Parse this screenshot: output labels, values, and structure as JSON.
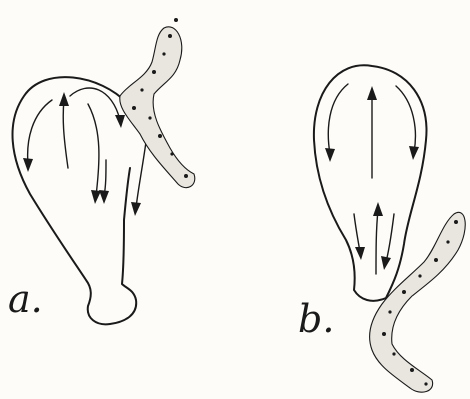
{
  "figure": {
    "background_color": "#fdfcf8",
    "ink_color": "#1a1a1a",
    "panels": [
      {
        "label": "a.",
        "flow_arrows": 6,
        "arrow_directions": [
          "down",
          "up",
          "down",
          "down",
          "down",
          "down"
        ]
      },
      {
        "label": "b.",
        "flow_arrows": 6,
        "arrow_directions": [
          "down",
          "up",
          "down",
          "down",
          "up",
          "down"
        ]
      }
    ]
  }
}
